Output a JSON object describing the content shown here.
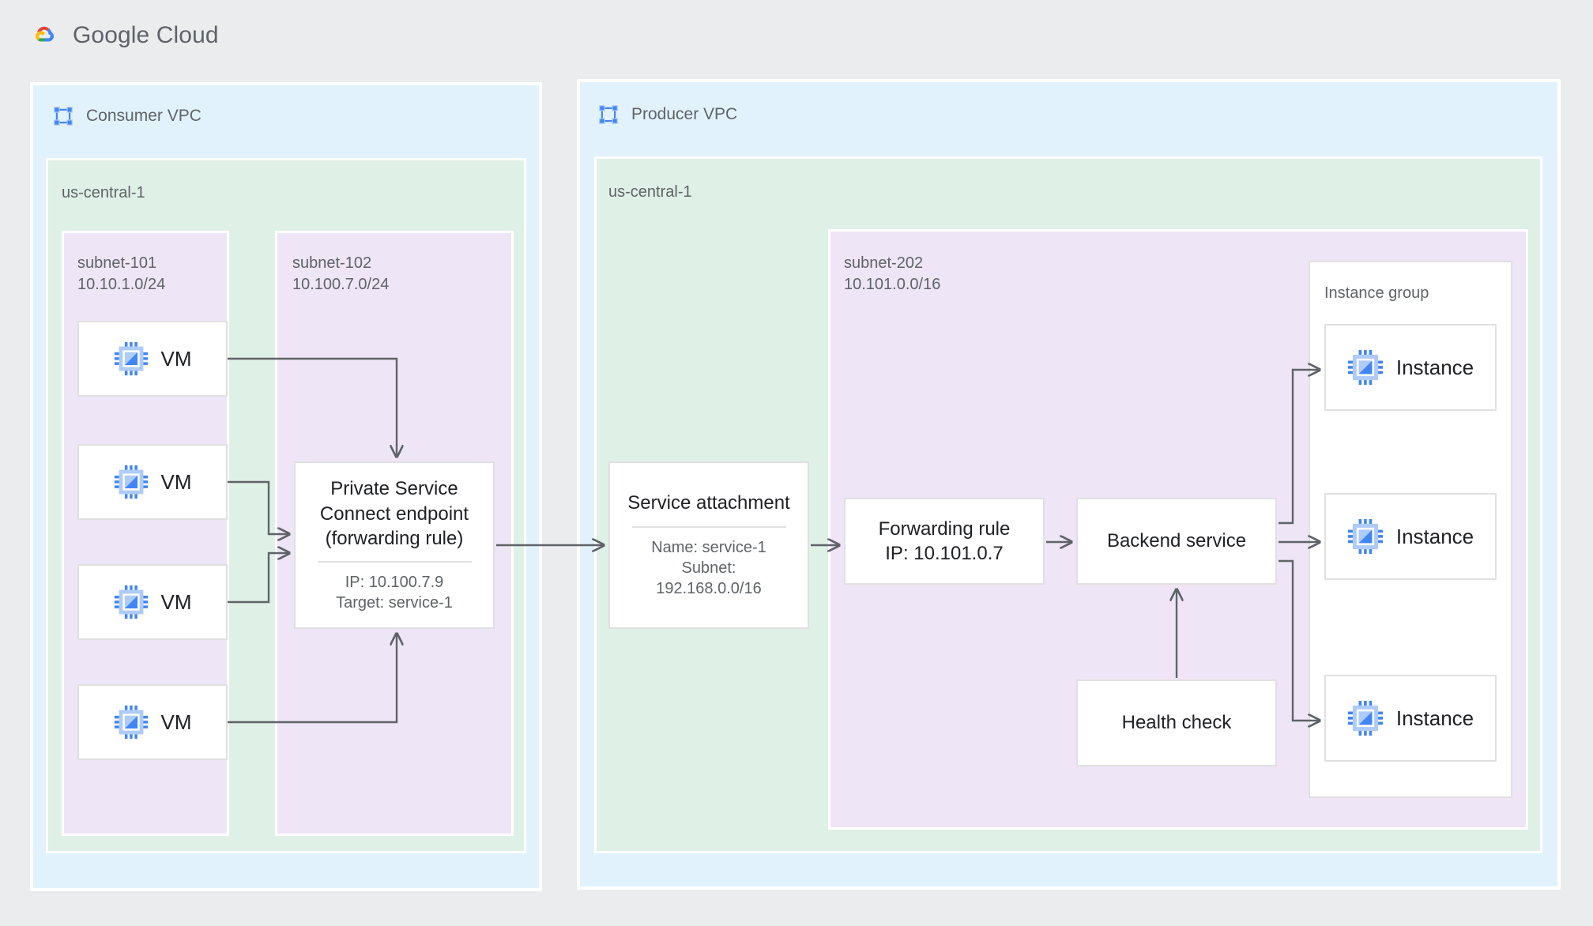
{
  "header": {
    "brand_google": "Google",
    "brand_cloud": "Cloud",
    "logo_icon": "google-cloud-logo"
  },
  "consumer_vpc": {
    "title": "Consumer VPC",
    "icon": "vpc-network-icon",
    "region": "us-central-1",
    "subnet_101": {
      "label": "subnet-101\n10.10.1.0/24",
      "name": "subnet-101",
      "cidr": "10.10.1.0/24",
      "vms": [
        {
          "label": "VM",
          "icon": "vm-chip-icon"
        },
        {
          "label": "VM",
          "icon": "vm-chip-icon"
        },
        {
          "label": "VM",
          "icon": "vm-chip-icon"
        },
        {
          "label": "VM",
          "icon": "vm-chip-icon"
        }
      ]
    },
    "subnet_102": {
      "label": "subnet-102\n10.100.7.0/24",
      "name": "subnet-102",
      "cidr": "10.100.7.0/24",
      "endpoint": {
        "title": "Private Service\nConnect endpoint\n(forwarding rule)",
        "details": "IP: 10.100.7.9\nTarget: service-1",
        "ip": "10.100.7.9",
        "target": "service-1"
      }
    }
  },
  "producer_vpc": {
    "title": "Producer VPC",
    "icon": "vpc-network-icon",
    "region": "us-central-1",
    "service_attachment": {
      "title": "Service attachment",
      "details": "Name: service-1\nSubnet:\n192.168.0.0/16",
      "name": "service-1",
      "subnet": "192.168.0.0/16"
    },
    "subnet_202": {
      "label": "subnet-202\n10.101.0.0/16",
      "name": "subnet-202",
      "cidr": "10.101.0.0/16",
      "forwarding_rule": {
        "title": "Forwarding rule\nIP: 10.101.0.7",
        "ip": "10.101.0.7"
      },
      "backend_service": {
        "title": "Backend service"
      },
      "health_check": {
        "title": "Health check"
      },
      "instance_group": {
        "label": "Instance group",
        "instances": [
          {
            "label": "Instance",
            "icon": "vm-chip-icon"
          },
          {
            "label": "Instance",
            "icon": "vm-chip-icon"
          },
          {
            "label": "Instance",
            "icon": "vm-chip-icon"
          }
        ]
      }
    }
  },
  "colors": {
    "page_bg": "#eaecee",
    "vpc_bg": "#e1f2fd",
    "region_bg": "#dff0e6",
    "subnet_bg": "#eee5f6",
    "node_bg": "#ffffff",
    "node_border": "#e0e0e0",
    "wire": "#5f6368",
    "text_primary": "#202124",
    "text_secondary": "#5f6368",
    "icon_blue": "#4285f4",
    "icon_blue_light": "#aecbfa"
  }
}
